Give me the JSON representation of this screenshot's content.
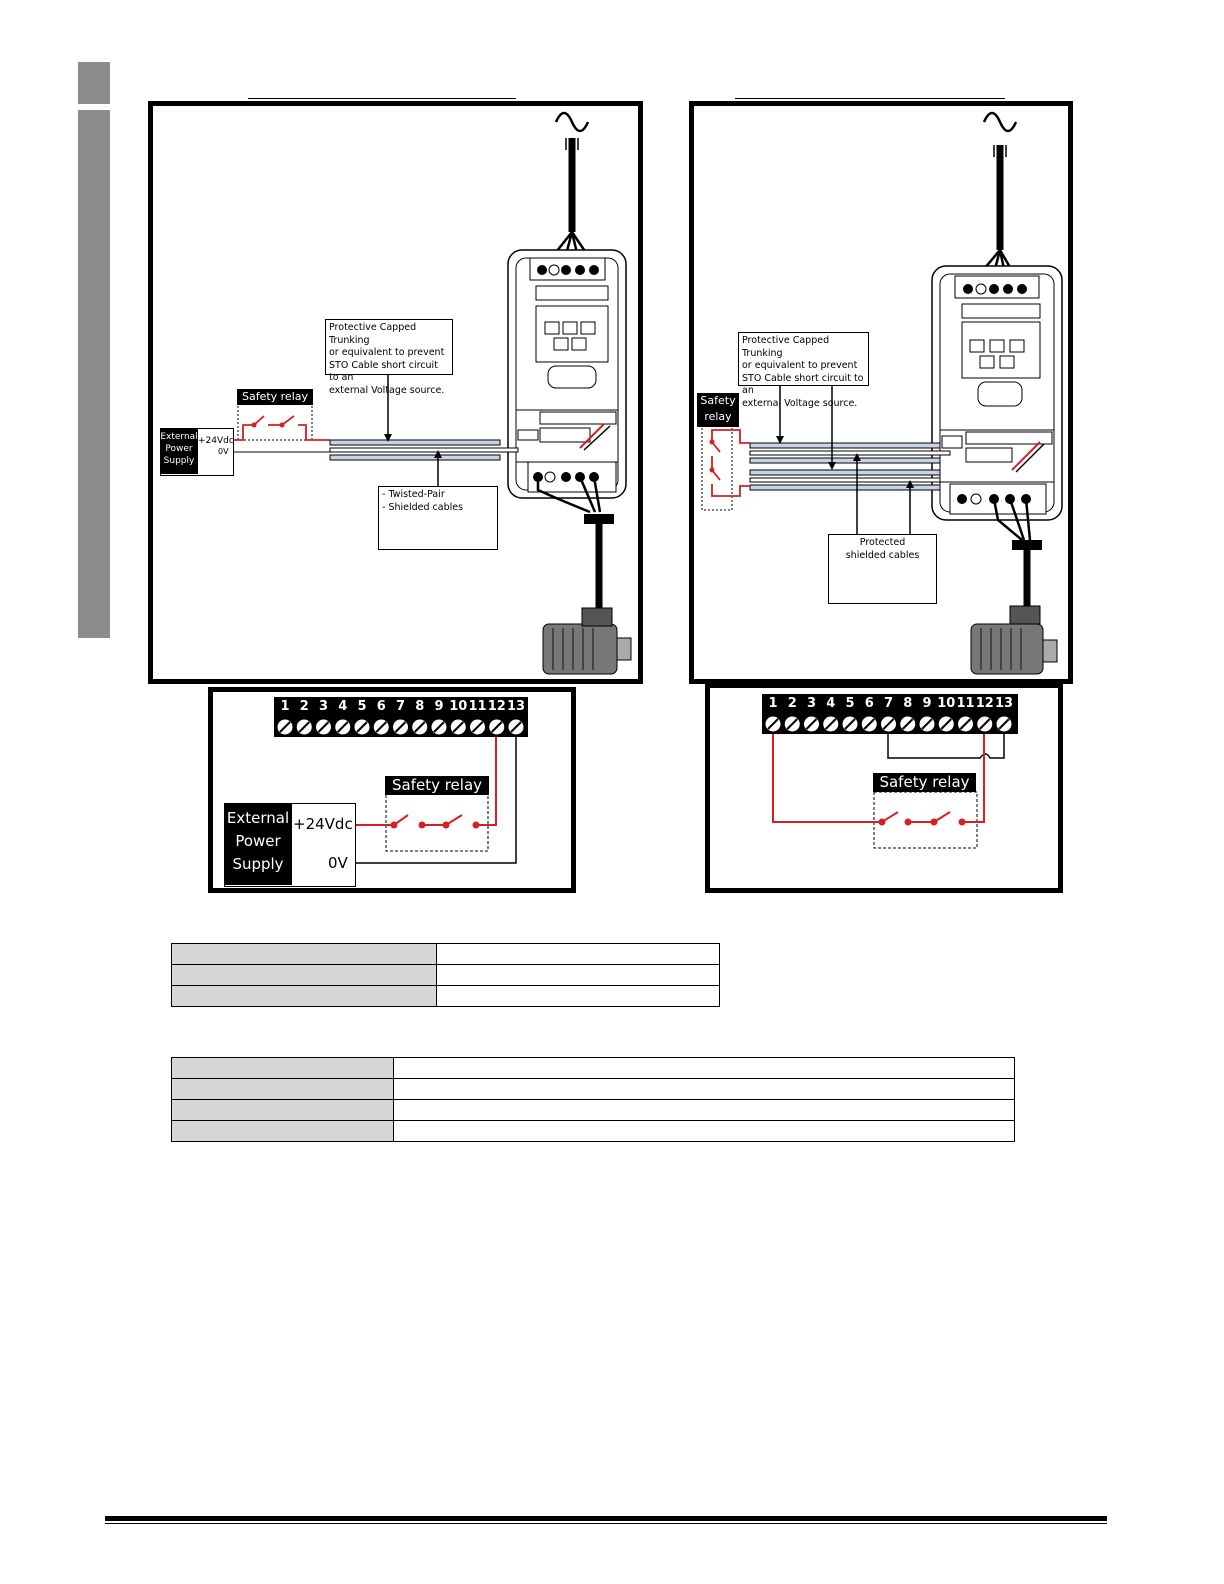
{
  "left_diagram": {
    "callout_trunking": [
      "Protective Capped Trunking",
      "or equivalent to prevent",
      "STO Cable short circuit to an",
      "external Voltage source."
    ],
    "safety_relay_label": "Safety relay",
    "psu_label": [
      "External",
      "Power",
      "Supply"
    ],
    "psu_plus": "+24Vdc",
    "psu_zero": "0V",
    "cable_note": [
      "- Twisted-Pair",
      "- Shielded cables"
    ]
  },
  "right_diagram": {
    "callout_trunking": [
      "Protective Capped Trunking",
      "or equivalent to prevent",
      "STO Cable short circuit to an",
      "external Voltage source."
    ],
    "safety_relay_label": [
      "Safety",
      "relay"
    ],
    "cable_note": [
      "Protected",
      "shielded cables"
    ]
  },
  "left_terminal": {
    "numbers": [
      "1",
      "2",
      "3",
      "4",
      "5",
      "6",
      "7",
      "8",
      "9",
      "10",
      "11",
      "12",
      "13"
    ],
    "safety_relay_label": "Safety relay",
    "psu_label": [
      "External",
      "Power",
      "Supply"
    ],
    "psu_plus": "+24Vdc",
    "psu_zero": "0V"
  },
  "right_terminal": {
    "numbers": [
      "1",
      "2",
      "3",
      "4",
      "5",
      "6",
      "7",
      "8",
      "9",
      "10",
      "11",
      "12",
      "13"
    ],
    "safety_relay_label": "Safety relay"
  },
  "colors": {
    "wire_red": "#d42020",
    "sidebar_gray": "#8c8c8c",
    "table_label_gray": "#d6d6d6"
  }
}
